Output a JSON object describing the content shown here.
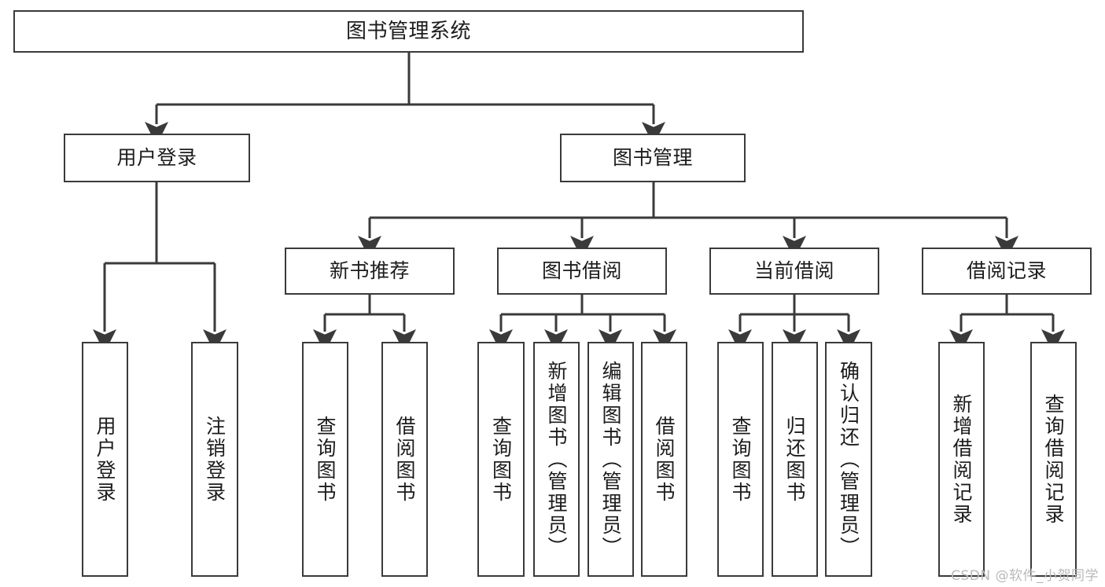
{
  "diagram": {
    "title": "图书管理系统",
    "root": {
      "label": "图书管理系统"
    },
    "level2": [
      {
        "label": "用户登录"
      },
      {
        "label": "图书管理"
      }
    ],
    "level3": [
      {
        "label": "新书推荐"
      },
      {
        "label": "图书借阅"
      },
      {
        "label": "当前借阅"
      },
      {
        "label": "借阅记录"
      }
    ],
    "leaves": {
      "user_login": [
        {
          "label": "用户登录"
        },
        {
          "label": "注销登录"
        }
      ],
      "new_book": [
        {
          "label": "查询图书"
        },
        {
          "label": "借阅图书"
        }
      ],
      "book_borrow": [
        {
          "label": "查询图书"
        },
        {
          "label": "新增图书（管理员）"
        },
        {
          "label": "编辑图书（管理员）"
        },
        {
          "label": "借阅图书"
        }
      ],
      "current_borrow": [
        {
          "label": "查询图书"
        },
        {
          "label": "归还图书"
        },
        {
          "label": "确认归还（管理员）"
        }
      ],
      "borrow_record": [
        {
          "label": "新增借阅记录"
        },
        {
          "label": "查询借阅记录"
        }
      ]
    }
  },
  "watermark": {
    "text": "CSDN @软件_小贺同学"
  },
  "colors": {
    "stroke": "#3a3a3a",
    "background": "#ffffff",
    "text": "#1c1c1c",
    "watermark": "#b9b9b9"
  }
}
